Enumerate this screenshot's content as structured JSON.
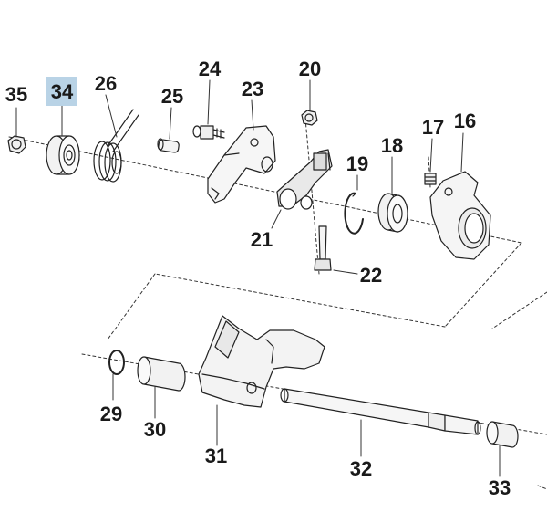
{
  "diagram": {
    "highlight_color": "#b9d3e6",
    "highlighted_part": "34",
    "callouts": [
      {
        "id": "35",
        "text": "35"
      },
      {
        "id": "34",
        "text": "34"
      },
      {
        "id": "26",
        "text": "26"
      },
      {
        "id": "25",
        "text": "25"
      },
      {
        "id": "24",
        "text": "24"
      },
      {
        "id": "23",
        "text": "23"
      },
      {
        "id": "20",
        "text": "20"
      },
      {
        "id": "19",
        "text": "19"
      },
      {
        "id": "18",
        "text": "18"
      },
      {
        "id": "17",
        "text": "17"
      },
      {
        "id": "16",
        "text": "16"
      },
      {
        "id": "21",
        "text": "21"
      },
      {
        "id": "22",
        "text": "22"
      },
      {
        "id": "29",
        "text": "29"
      },
      {
        "id": "30",
        "text": "30"
      },
      {
        "id": "31",
        "text": "31"
      },
      {
        "id": "32",
        "text": "32"
      },
      {
        "id": "33",
        "text": "33"
      }
    ]
  }
}
